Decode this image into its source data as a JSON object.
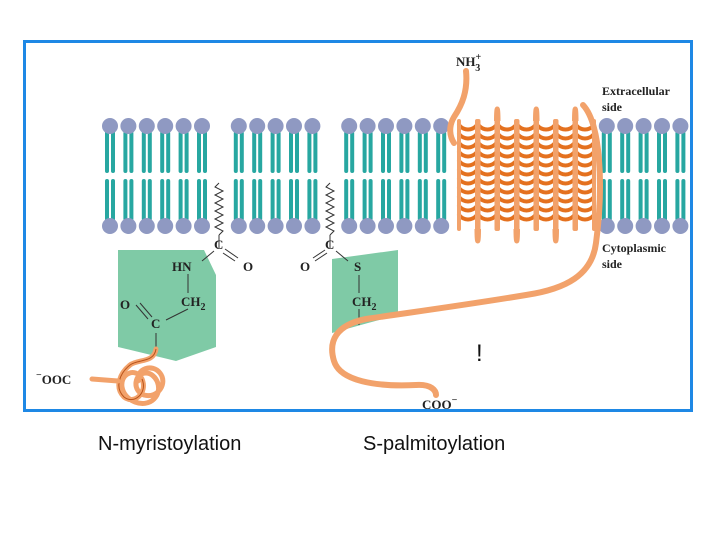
{
  "figure": {
    "labels": {
      "extracellular_line1": "Extracellular",
      "extracellular_line2": "side",
      "cytoplasmic_line1": "Cytoplasmic",
      "cytoplasmic_line2": "side",
      "n_terminus": "NH",
      "n_terminus_sup": "+",
      "n_terminus_sub": "3",
      "c_terminus": "COO",
      "c_terminus_sup": "−",
      "left_cterm_sup": "−",
      "left_cterm": "OOC",
      "exclamation": "!"
    },
    "myristoyl_group": {
      "carbonyl_c": "C",
      "amide": "HN",
      "carbonyl_o": "O",
      "residue_carbonyl_o": "O",
      "residue_c": "C",
      "ch2": "CH",
      "ch2_sub": "2"
    },
    "palmitoyl_group": {
      "carbonyl_c": "C",
      "carbonyl_o": "O",
      "sulfur": "S",
      "ch2": "CH",
      "ch2_sub": "2"
    },
    "colors": {
      "frame": "#1e88e5",
      "lipid_head": "#8f99c2",
      "lipid_tail": "#27a7a1",
      "protein": "#f2a26b",
      "protein_dark": "#e4711f",
      "acyl_region": "#7fcaa6"
    }
  },
  "captions": {
    "left": "N-myristoylation",
    "right": "S-palmitoylation"
  }
}
